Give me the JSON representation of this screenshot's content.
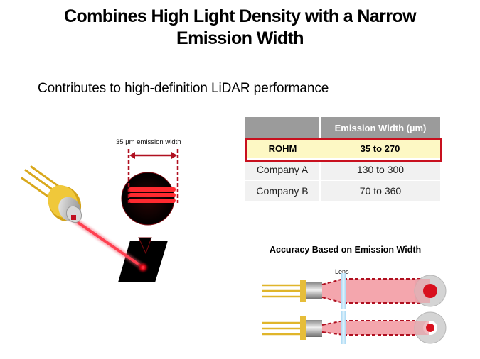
{
  "slide": {
    "title_line1": "Combines High Light Density with a Narrow",
    "title_line2": "Emission Width",
    "subtitle": "Contributes to high-definition LiDAR performance"
  },
  "illustration": {
    "emission_label": "35 µm emission width",
    "laser_color": "#e8202a",
    "gold_color": "#e0b020"
  },
  "table": {
    "headers": [
      "",
      "Emission Width (µm)"
    ],
    "rows": [
      {
        "company": "ROHM",
        "width": "35 to 270",
        "highlight": true
      },
      {
        "company": "Company A",
        "width": "130 to 300",
        "highlight": false
      },
      {
        "company": "Company B",
        "width": "70 to 360",
        "highlight": false
      }
    ],
    "highlight_border_color": "#c8101e",
    "highlight_fill_color": "#fdf8c4"
  },
  "accuracy_diagram": {
    "title": "Accuracy Based on Emission Width",
    "lens_label": "Lens"
  }
}
